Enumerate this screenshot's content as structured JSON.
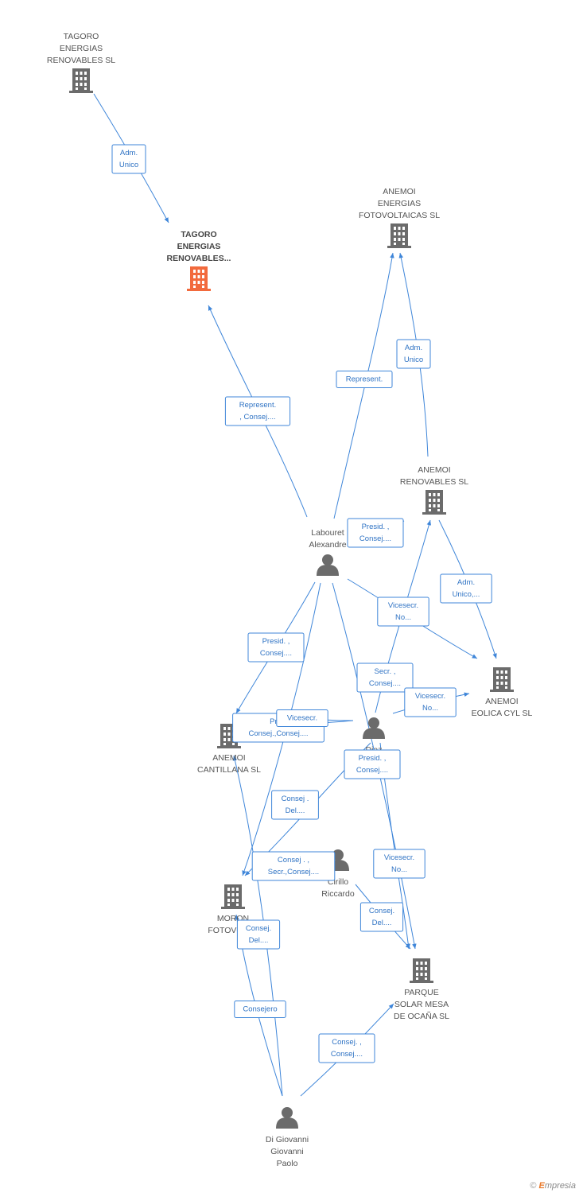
{
  "nodes": [
    {
      "id": "tagoro_sl",
      "type": "company",
      "label": [
        "TAGORO",
        "ENERGIAS",
        "RENOVABLES SL"
      ]
    },
    {
      "id": "tagoro_main",
      "type": "company",
      "highlight": true,
      "label": [
        "TAGORO",
        "ENERGIAS",
        "RENOVABLES..."
      ]
    },
    {
      "id": "anemoi_foto",
      "type": "company",
      "label": [
        "ANEMOI",
        "ENERGIAS",
        "FOTOVOLTAICAS SL"
      ]
    },
    {
      "id": "anemoi_renov",
      "type": "company",
      "label": [
        "ANEMOI",
        "RENOVABLES SL"
      ]
    },
    {
      "id": "labouret",
      "type": "person",
      "label": [
        "Labouret",
        "Alexandre"
      ]
    },
    {
      "id": "anemoi_eolica",
      "type": "company",
      "label": [
        "ANEMOI",
        "EOLICA CYL  SL"
      ]
    },
    {
      "id": "diaz",
      "type": "person",
      "label": [
        "Diaz"
      ]
    },
    {
      "id": "anemoi_cantillana",
      "type": "company",
      "label": [
        "ANEMOI",
        "CANTILLANA SL"
      ]
    },
    {
      "id": "cirillo",
      "type": "person",
      "label": [
        "Cirillo",
        "Riccardo"
      ]
    },
    {
      "id": "moron",
      "type": "company",
      "label": [
        "MORON",
        "FOTOVOLT..."
      ]
    },
    {
      "id": "parque",
      "type": "company",
      "label": [
        "PARQUE",
        "SOLAR MESA",
        "DE OCAÑA SL"
      ]
    },
    {
      "id": "digiovanni",
      "type": "person",
      "label": [
        "Di Giovanni",
        "Giovanni",
        "Paolo"
      ]
    }
  ],
  "edges": [
    {
      "from": "tagoro_sl",
      "to": "tagoro_main",
      "label": [
        "Adm.",
        "Unico"
      ]
    },
    {
      "from": "labouret",
      "to": "tagoro_main",
      "label": [
        "Represent.",
        ", Consej...."
      ]
    },
    {
      "from": "labouret",
      "to": "anemoi_foto",
      "label": [
        "Represent."
      ]
    },
    {
      "from": "anemoi_renov",
      "to": "anemoi_foto",
      "label": [
        "Adm.",
        "Unico"
      ]
    },
    {
      "from": "labouret",
      "to": "anemoi_renov",
      "label": [
        "Presid. ,",
        "Consej...."
      ]
    },
    {
      "from": "anemoi_renov",
      "to": "anemoi_eolica",
      "label": [
        "Adm.",
        "Unico,..."
      ]
    },
    {
      "from": "labouret",
      "to": "anemoi_eolica",
      "label": [
        "Vicesecr.",
        "No..."
      ]
    },
    {
      "from": "diaz",
      "to": "anemoi_renov",
      "label": [
        "Secr. ,",
        "Consej...."
      ]
    },
    {
      "from": "diaz",
      "to": "anemoi_eolica",
      "label": [
        "Vicesecr.",
        "No..."
      ]
    },
    {
      "from": "labouret",
      "to": "anemoi_cantillana",
      "label": [
        "Presid. ,",
        "Consej...."
      ]
    },
    {
      "from": "diaz",
      "to": "anemoi_cantillana",
      "label": [
        "Presi",
        "Consej.,Consej...."
      ]
    },
    {
      "from": "diaz",
      "to": "anemoi_cantillana",
      "label": [
        "Vicesecr."
      ]
    },
    {
      "from": "labouret",
      "to": "moron",
      "label": [
        "Consej . ,",
        "Secr.,Consej...."
      ]
    },
    {
      "from": "diaz",
      "to": "moron",
      "label": [
        "Consej .",
        "Del...."
      ]
    },
    {
      "from": "diaz",
      "to": "parque",
      "label": [
        "Presid. ,",
        "Consej...."
      ]
    },
    {
      "from": "labouret",
      "to": "parque",
      "label": [
        "Vicesecr.",
        "No..."
      ]
    },
    {
      "from": "cirillo",
      "to": "parque",
      "label": [
        "Consej.",
        "Del...."
      ]
    },
    {
      "from": "digiovanni",
      "to": "moron",
      "label": [
        "Consej.",
        "Del...."
      ]
    },
    {
      "from": "digiovanni",
      "to": "anemoi_cantillana",
      "label": [
        "Consejero"
      ]
    },
    {
      "from": "digiovanni",
      "to": "parque",
      "label": [
        "Consej. ,",
        "Consej...."
      ]
    }
  ],
  "footer": {
    "copyright": "©",
    "brand_first": "E",
    "brand_rest": "mpresia"
  },
  "colors": {
    "edge": "#3f86d9",
    "company": "#6b6b6b",
    "person": "#6b6b6b",
    "highlight": "#f26a3d"
  }
}
